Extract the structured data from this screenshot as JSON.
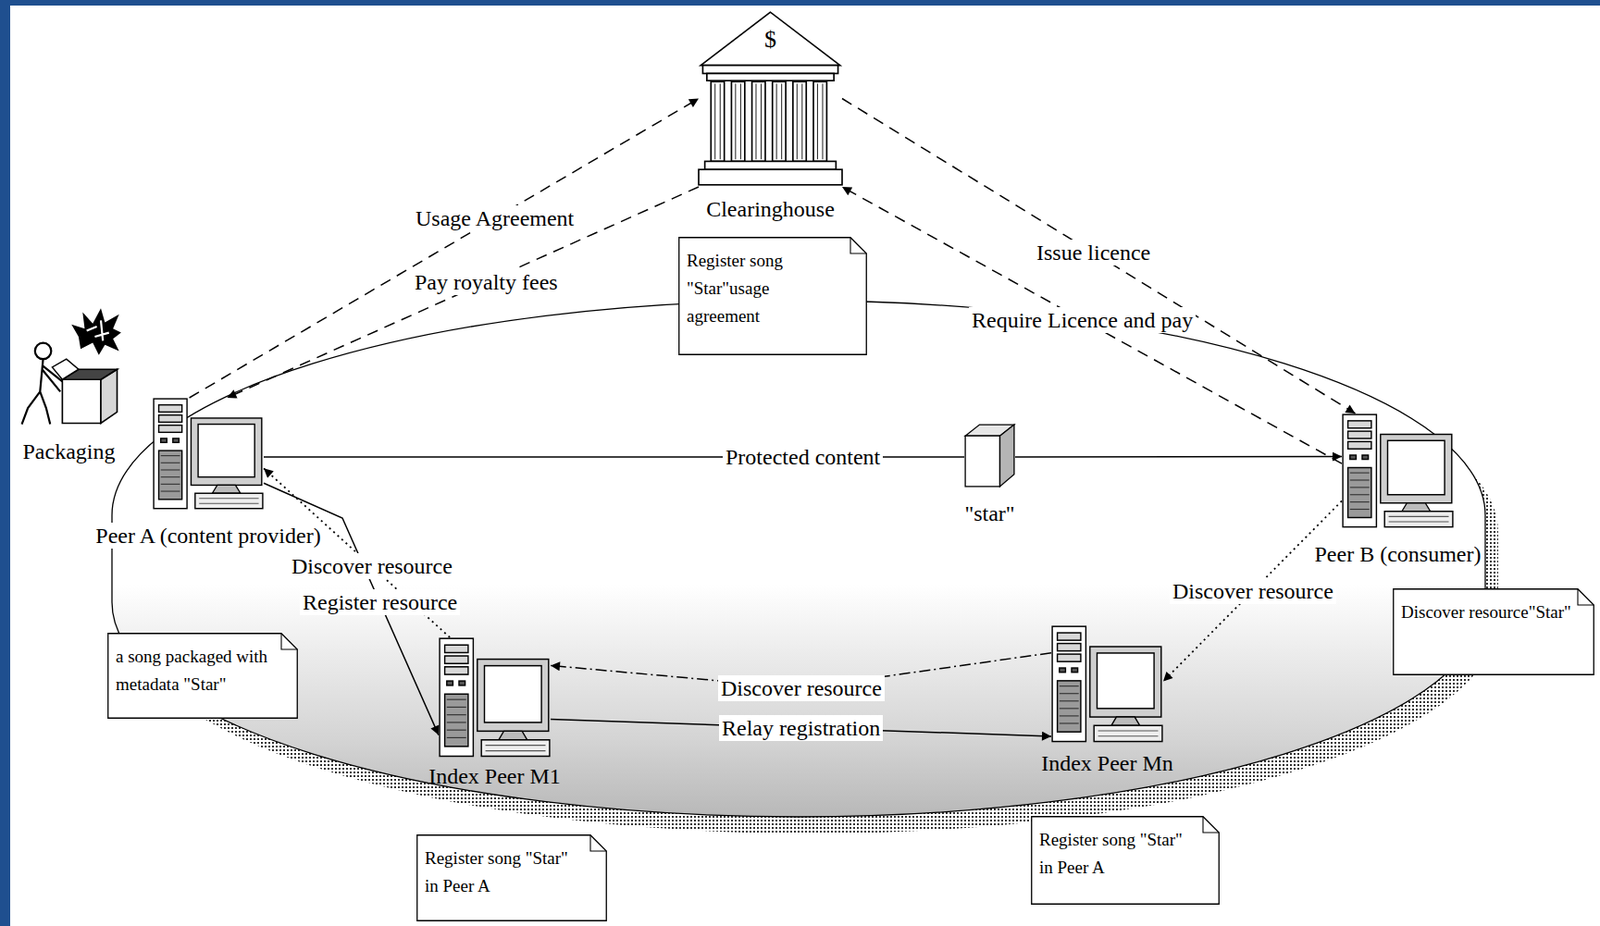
{
  "diagram": {
    "nodes": [
      {
        "text": [
          "$",
          "Clearinghouse"
        ]
      },
      {
        "text": [
          "Register song \"Star\"usage agreement"
        ]
      },
      {
        "text": [
          "Packaging"
        ]
      },
      {
        "text": [
          "Peer A (content provider)"
        ]
      },
      {
        "text": [
          "\"star\""
        ]
      },
      {
        "text": [
          "Peer B (consumer)"
        ]
      },
      {
        "text": [
          "Discover resource\"Star\""
        ]
      },
      {
        "text": [
          "a song packaged with metadata \"Star\""
        ]
      },
      {
        "text": [
          "Index Peer M1"
        ]
      },
      {
        "text": [
          "Index Peer Mn"
        ]
      },
      {
        "text": [
          "Register song \"Star\" in Peer A"
        ]
      },
      {
        "text": [
          "Register song \"Star\" in Peer A"
        ]
      }
    ],
    "edges": [
      {
        "from": 3,
        "to": 0,
        "label": "Usage Agreement",
        "arrow": "to"
      },
      {
        "from": 0,
        "to": 3,
        "label": "Pay royalty fees",
        "arrow": "to"
      },
      {
        "from": 0,
        "to": 5,
        "label": "Issue licence",
        "arrow": "to"
      },
      {
        "from": 5,
        "to": 0,
        "label": "Require Licence and pay",
        "arrow": "to"
      },
      {
        "from": 3,
        "to": 4,
        "label": "Protected content",
        "arrow": "none"
      },
      {
        "from": 4,
        "to": 5,
        "arrow": "to"
      },
      {
        "from": 3,
        "to": 8,
        "label": "Register resource",
        "arrow": "to"
      },
      {
        "from": 8,
        "to": 3,
        "label": "Discover resource",
        "arrow": "to"
      },
      {
        "from": 8,
        "to": 9,
        "label": "Relay registration",
        "arrow": "to"
      },
      {
        "from": 9,
        "to": 8,
        "label": "Discover resource",
        "arrow": "to"
      },
      {
        "from": 5,
        "to": 9,
        "label": "Discover resource",
        "arrow": "to"
      }
    ]
  }
}
